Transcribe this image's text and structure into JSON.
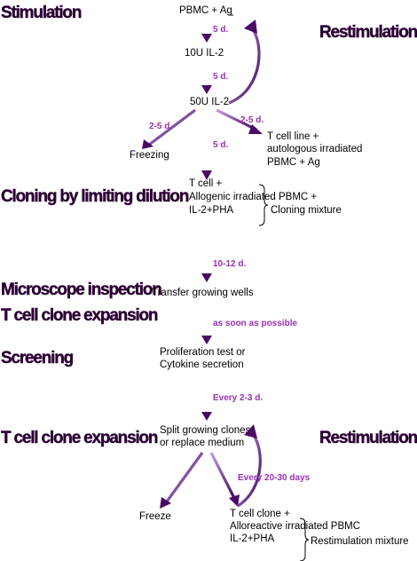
{
  "stages": {
    "stimulation": "Stimulation",
    "restimulation_top": "Restimulation",
    "cloning": "Cloning by limiting dilution",
    "microscope": "Microscope inspection",
    "expansion_1": "T cell clone expansion",
    "screening": "Screening",
    "expansion_2": "T cell clone expansion",
    "restimulation_bottom": "Restimulation"
  },
  "nodes": {
    "pbmc_ag": "PBMC + Ag",
    "il2_10u": "10U IL-2",
    "il2_50u": "50U IL-2",
    "freezing": "Freezing",
    "tcell_line_1": "T cell line +",
    "tcell_line_2": "autologous irradiated",
    "tcell_line_3": "PBMC + Ag",
    "cloning_1": "T cell +",
    "cloning_2": "Allogenic irradiated PBMC +",
    "cloning_3": "IL-2+PHA",
    "cloning_mixture": "Cloning mixture",
    "transfer": "Transfer growing wells",
    "prolif_1": "Proliferation test or",
    "prolif_2": "Cytokine secretion",
    "split_1": "Split growing clones",
    "split_2": "or replace medium",
    "freeze": "Freeze",
    "clone_1": "T cell clone +",
    "clone_2": "Alloreactive irradiated PBMC",
    "clone_3": "IL-2+PHA",
    "restim_mixture": "Restimulation mixture"
  },
  "edges": {
    "e1": "5 d.",
    "e2": "5 d.",
    "e_freeze": "2-5 d.",
    "e_line": "2-5 d.",
    "e_clone": "5 d.",
    "e_1012": "10-12 d.",
    "e_asap": "as soon as possible",
    "e_every23": "Every 2-3 d.",
    "e_every2030": "Every 20-30 days"
  },
  "colors": {
    "arrow_dark": "#3d0a5c",
    "arrow_light": "#b07ad8",
    "edge_label": "#9b2fb4",
    "stage_text": "#2b0033"
  }
}
